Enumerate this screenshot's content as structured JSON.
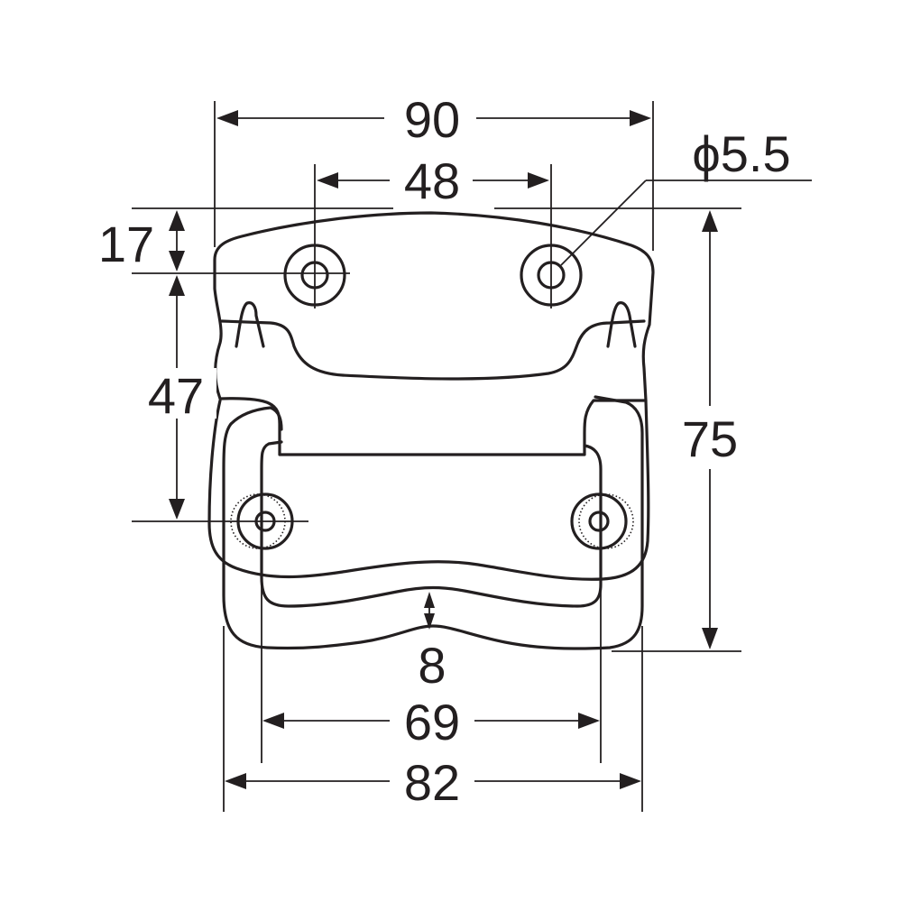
{
  "dimensions": {
    "top_width": "90",
    "hole_spacing_top": "48",
    "hole_diameter": "ϕ5.5",
    "top_offset": "17",
    "vertical_hole_spacing": "47",
    "total_height": "75",
    "grip_depth": "8",
    "inner_width": "69",
    "bottom_width": "82"
  }
}
